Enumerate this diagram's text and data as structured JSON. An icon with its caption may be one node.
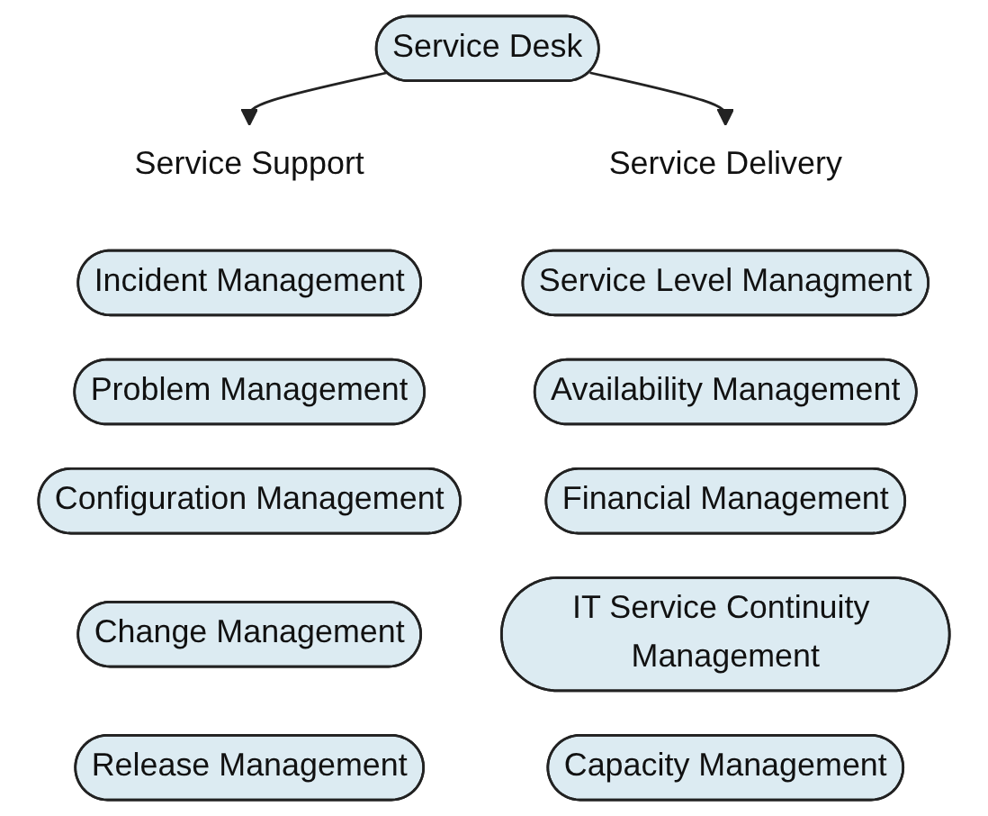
{
  "diagram": {
    "nodes": [
      {
        "text": [
          "Service Desk"
        ]
      },
      {
        "text": [
          "Service Support"
        ]
      },
      {
        "text": [
          "Service Delivery"
        ]
      },
      {
        "text": [
          "Incident Management"
        ]
      },
      {
        "text": [
          "Problem Management"
        ]
      },
      {
        "text": [
          "Configuration Management"
        ]
      },
      {
        "text": [
          "Change Management"
        ]
      },
      {
        "text": [
          "Release Management"
        ]
      },
      {
        "text": [
          "Service Level Managment"
        ]
      },
      {
        "text": [
          "Availability Management"
        ]
      },
      {
        "text": [
          "Financial Management"
        ]
      },
      {
        "text": [
          "IT Service Continuity Management"
        ]
      },
      {
        "text": [
          "Capacity Management"
        ]
      }
    ],
    "edges": [
      {
        "from": 0,
        "to": 1,
        "arrow": "to"
      },
      {
        "from": 0,
        "to": 2,
        "arrow": "to"
      }
    ]
  }
}
